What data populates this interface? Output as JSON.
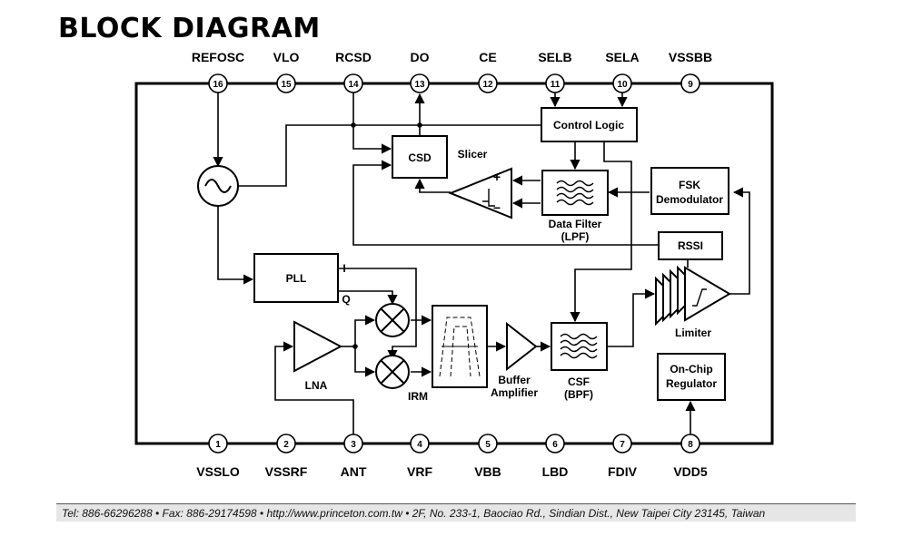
{
  "title": "BLOCK DIAGRAM",
  "pins_top": [
    {
      "num": "16",
      "name": "REFOSC"
    },
    {
      "num": "15",
      "name": "VLO"
    },
    {
      "num": "14",
      "name": "RCSD"
    },
    {
      "num": "13",
      "name": "DO"
    },
    {
      "num": "12",
      "name": "CE"
    },
    {
      "num": "11",
      "name": "SELB"
    },
    {
      "num": "10",
      "name": "SELA"
    },
    {
      "num": "9",
      "name": "VSSBB"
    }
  ],
  "pins_bottom": [
    {
      "num": "1",
      "name": "VSSLO"
    },
    {
      "num": "2",
      "name": "VSSRF"
    },
    {
      "num": "3",
      "name": "ANT"
    },
    {
      "num": "4",
      "name": "VRF"
    },
    {
      "num": "5",
      "name": "VBB"
    },
    {
      "num": "6",
      "name": "LBD"
    },
    {
      "num": "7",
      "name": "FDIV"
    },
    {
      "num": "8",
      "name": "VDD5"
    }
  ],
  "blocks": {
    "control_logic": "Control Logic",
    "csd": "CSD",
    "slicer": "Slicer",
    "data_filter_1": "Data Filter",
    "data_filter_2": "(LPF)",
    "fsk_1": "FSK",
    "fsk_2": "Demodulator",
    "rssi": "RSSI",
    "pll": "PLL",
    "pll_i": "I",
    "pll_q": "Q",
    "lna": "LNA",
    "irm": "IRM",
    "buffer_1": "Buffer",
    "buffer_2": "Amplifier",
    "csf_1": "CSF",
    "csf_2": "(BPF)",
    "limiter": "Limiter",
    "regulator_1": "On-Chip",
    "regulator_2": "Regulator",
    "slicer_plus": "+",
    "slicer_minus": "−"
  },
  "footer": "Tel: 886-66296288 • Fax: 886-29174598 • http://www.princeton.com.tw • 2F, No. 233-1, Baociao Rd., Sindian Dist., New Taipei City 23145, Taiwan"
}
